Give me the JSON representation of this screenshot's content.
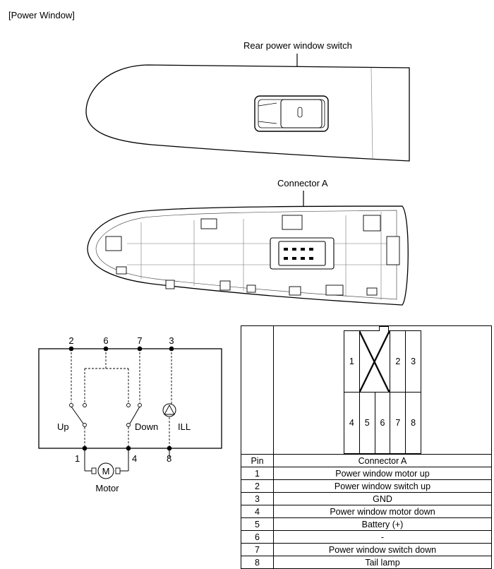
{
  "heading": "[Power Window]",
  "switch_top": {
    "label": "Rear power window switch"
  },
  "switch_bottom": {
    "label": "Connector A"
  },
  "circuit": {
    "terminals": [
      "2",
      "6",
      "7",
      "3"
    ],
    "bottom_terminals": [
      "1",
      "4",
      "8"
    ],
    "labels": {
      "up": "Up",
      "down": "Down",
      "ill": "ILL",
      "motor": "Motor",
      "motor_symbol": "M"
    }
  },
  "connector_table": {
    "connector_grid": [
      [
        "1",
        "",
        "2",
        "3"
      ],
      [
        "4",
        "5",
        "6",
        "7",
        "8"
      ]
    ],
    "header": {
      "pin": "Pin",
      "name": "Connector A"
    },
    "rows": [
      {
        "pin": "1",
        "desc": "Power window motor up"
      },
      {
        "pin": "2",
        "desc": "Power window switch up"
      },
      {
        "pin": "3",
        "desc": "GND"
      },
      {
        "pin": "4",
        "desc": "Power window motor down"
      },
      {
        "pin": "5",
        "desc": "Battery (+)"
      },
      {
        "pin": "6",
        "desc": "-"
      },
      {
        "pin": "7",
        "desc": "Power window switch down"
      },
      {
        "pin": "8",
        "desc": "Tail lamp"
      }
    ]
  }
}
